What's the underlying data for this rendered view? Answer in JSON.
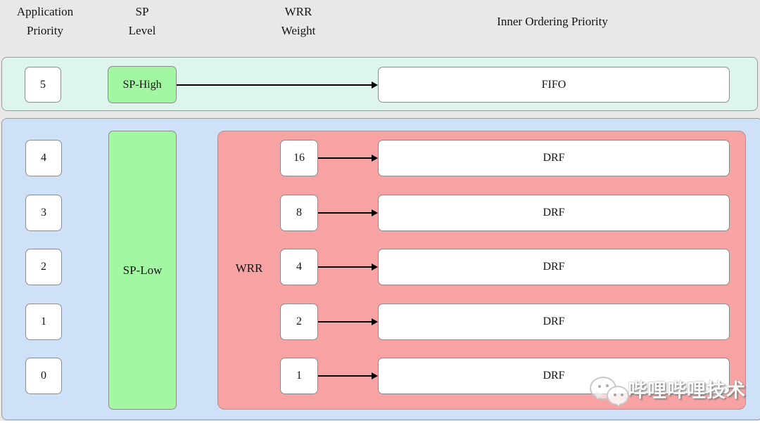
{
  "header": {
    "app_priority_line1": "Application",
    "app_priority_line2": "Priority",
    "sp_level_line1": "SP",
    "sp_level_line2": "Level",
    "wrr_weight_line1": "WRR",
    "wrr_weight_line2": "Weight",
    "inner_ordering": "Inner Ordering Priority"
  },
  "high_priority_band": {
    "application_priority": "5",
    "sp_level": "SP-High",
    "scheduler": "FIFO"
  },
  "low_priority_band": {
    "application_priorities": [
      "4",
      "3",
      "2",
      "1",
      "0"
    ],
    "sp_level": "SP-Low",
    "wrr_label": "WRR",
    "wrr_rows": [
      {
        "weight": "16",
        "scheduler": "DRF"
      },
      {
        "weight": "8",
        "scheduler": "DRF"
      },
      {
        "weight": "4",
        "scheduler": "DRF"
      },
      {
        "weight": "2",
        "scheduler": "DRF"
      },
      {
        "weight": "1",
        "scheduler": "DRF"
      }
    ]
  },
  "watermark": {
    "text": "哔哩哔哩技术",
    "icon": "wechat-logo"
  },
  "colors": {
    "page_background": "#e8e8e6",
    "high_band_background": "#ddf5ec",
    "low_band_background": "#cfe1f8",
    "sp_green": "#a3f7a3",
    "wrr_pink": "#f7a3a3",
    "box_border": "#8c8c8c",
    "arrow": "#000000"
  }
}
